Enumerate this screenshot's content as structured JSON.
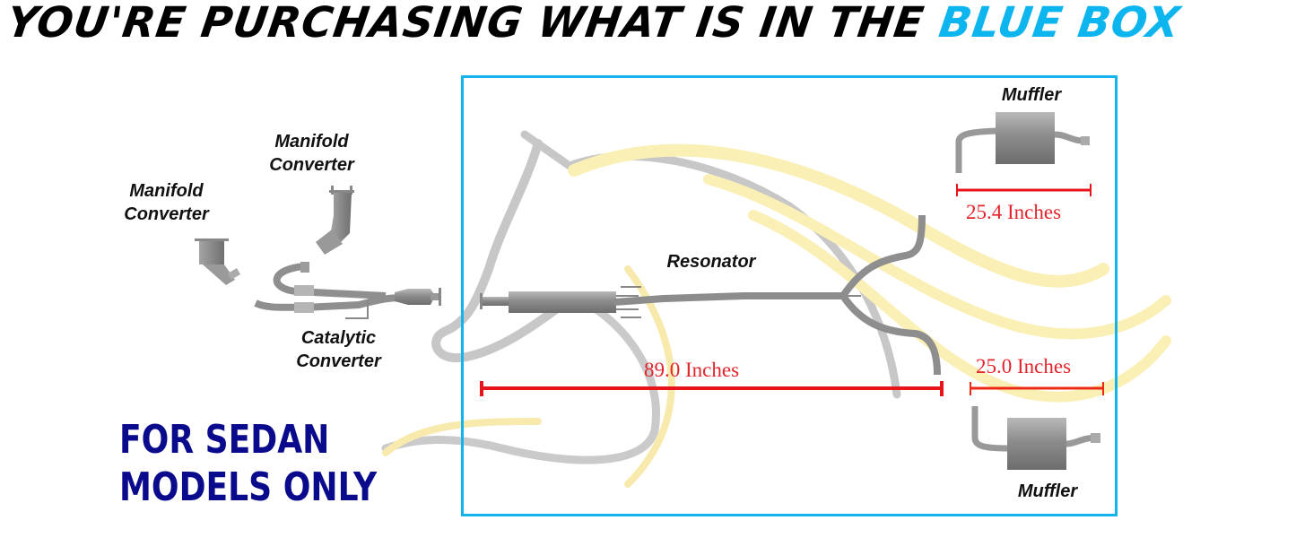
{
  "header": {
    "headline_prefix": "YOU'RE PURCHASING WHAT IS IN THE ",
    "headline_highlight": "BLUE BOX",
    "colors": {
      "text": "#000000",
      "highlight": "#0db5ef"
    }
  },
  "notice": {
    "line1": "FOR SEDAN",
    "line2": "MODELS ONLY",
    "color": "#0a0a8c"
  },
  "excluded_parts": [
    {
      "line1": "Manifold",
      "line2": "Converter"
    },
    {
      "line1": "Manifold",
      "line2": "Converter"
    },
    {
      "line1": "Catalytic",
      "line2": "Converter"
    }
  ],
  "included_box": {
    "border_color": "#13b4ec",
    "parts": {
      "resonator": "Resonator",
      "muffler_top": "Muffler",
      "muffler_bottom": "Muffler"
    },
    "dimensions": {
      "resonator_pipe": "89.0 Inches",
      "muffler_top": "25.4 Inches",
      "muffler_bottom": "25.0 Inches",
      "color": "#e3242b"
    }
  }
}
